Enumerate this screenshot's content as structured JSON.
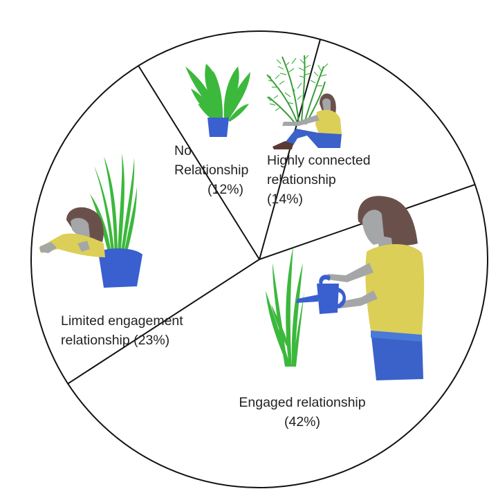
{
  "colors": {
    "outline": "#111111",
    "leaf_green": "#3cb83c",
    "pot_blue": "#3a5fcf",
    "skin_gray": "#a4a6a7",
    "hair_brown": "#6a504b",
    "shirt_yellow": "#dccf57",
    "pants_blue": "#3a62c8",
    "shoe_brown": "#5a3a30"
  },
  "illustrations": {
    "no_relationship": "potted-plant-icon",
    "highly_connected": "person-embracing-palm-icon",
    "engaged": "person-watering-plant-icon",
    "limited_engagement": "person-leaning-on-plant-icon"
  },
  "chart_data": {
    "type": "pie",
    "title": "",
    "slices": [
      {
        "name": "No Relationship",
        "label_lines": [
          "No",
          "Relationship",
          "(12%)"
        ],
        "value": 12
      },
      {
        "name": "Highly connected relationship",
        "label_lines": [
          "Highly connected",
          "relationship",
          "(14%)"
        ],
        "value": 14
      },
      {
        "name": "Engaged relationship",
        "label_lines": [
          "Engaged relationship",
          "(42%)"
        ],
        "value": 42
      },
      {
        "name": "Limited engagement relationship",
        "label_lines": [
          "Limited engagement",
          "relationship (23%)"
        ],
        "value": 23
      }
    ]
  }
}
